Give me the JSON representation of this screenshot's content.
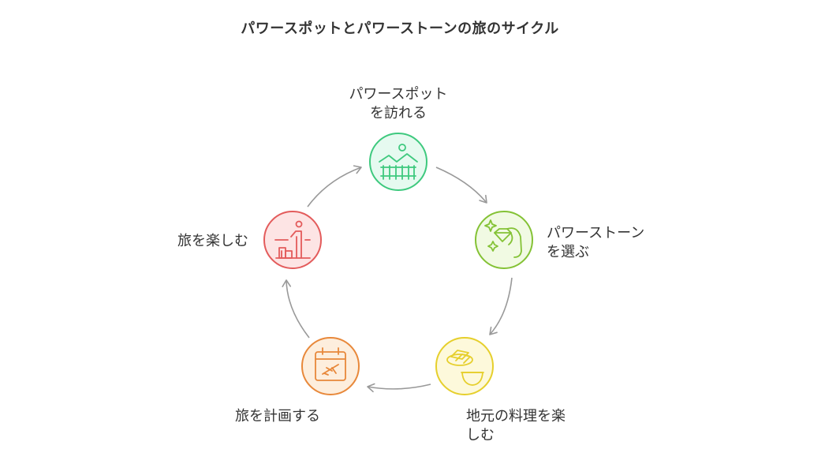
{
  "title": "パワースポットとパワーストーンの旅のサイクル",
  "steps": [
    {
      "id": "visit",
      "lines": [
        "パワースポット",
        "を訪れる"
      ],
      "icon": "landscape-icon",
      "color": "#3ec97e",
      "fill": "#e6faf0"
    },
    {
      "id": "choose",
      "lines": [
        "パワーストーン",
        "を選ぶ"
      ],
      "icon": "gem-hand-icon",
      "color": "#84c235",
      "fill": "#f1fae3"
    },
    {
      "id": "food",
      "lines": [
        "地元の料理を楽",
        "しむ"
      ],
      "icon": "food-dish-icon",
      "color": "#e6cf2c",
      "fill": "#fdf9db"
    },
    {
      "id": "plan",
      "lines": [
        "旅を計画する"
      ],
      "icon": "calendar-plane-icon",
      "color": "#e8883a",
      "fill": "#fdeedd"
    },
    {
      "id": "enjoy",
      "lines": [
        "旅を楽しむ"
      ],
      "icon": "podium-person-icon",
      "color": "#e35b5b",
      "fill": "#fde4e4"
    }
  ]
}
